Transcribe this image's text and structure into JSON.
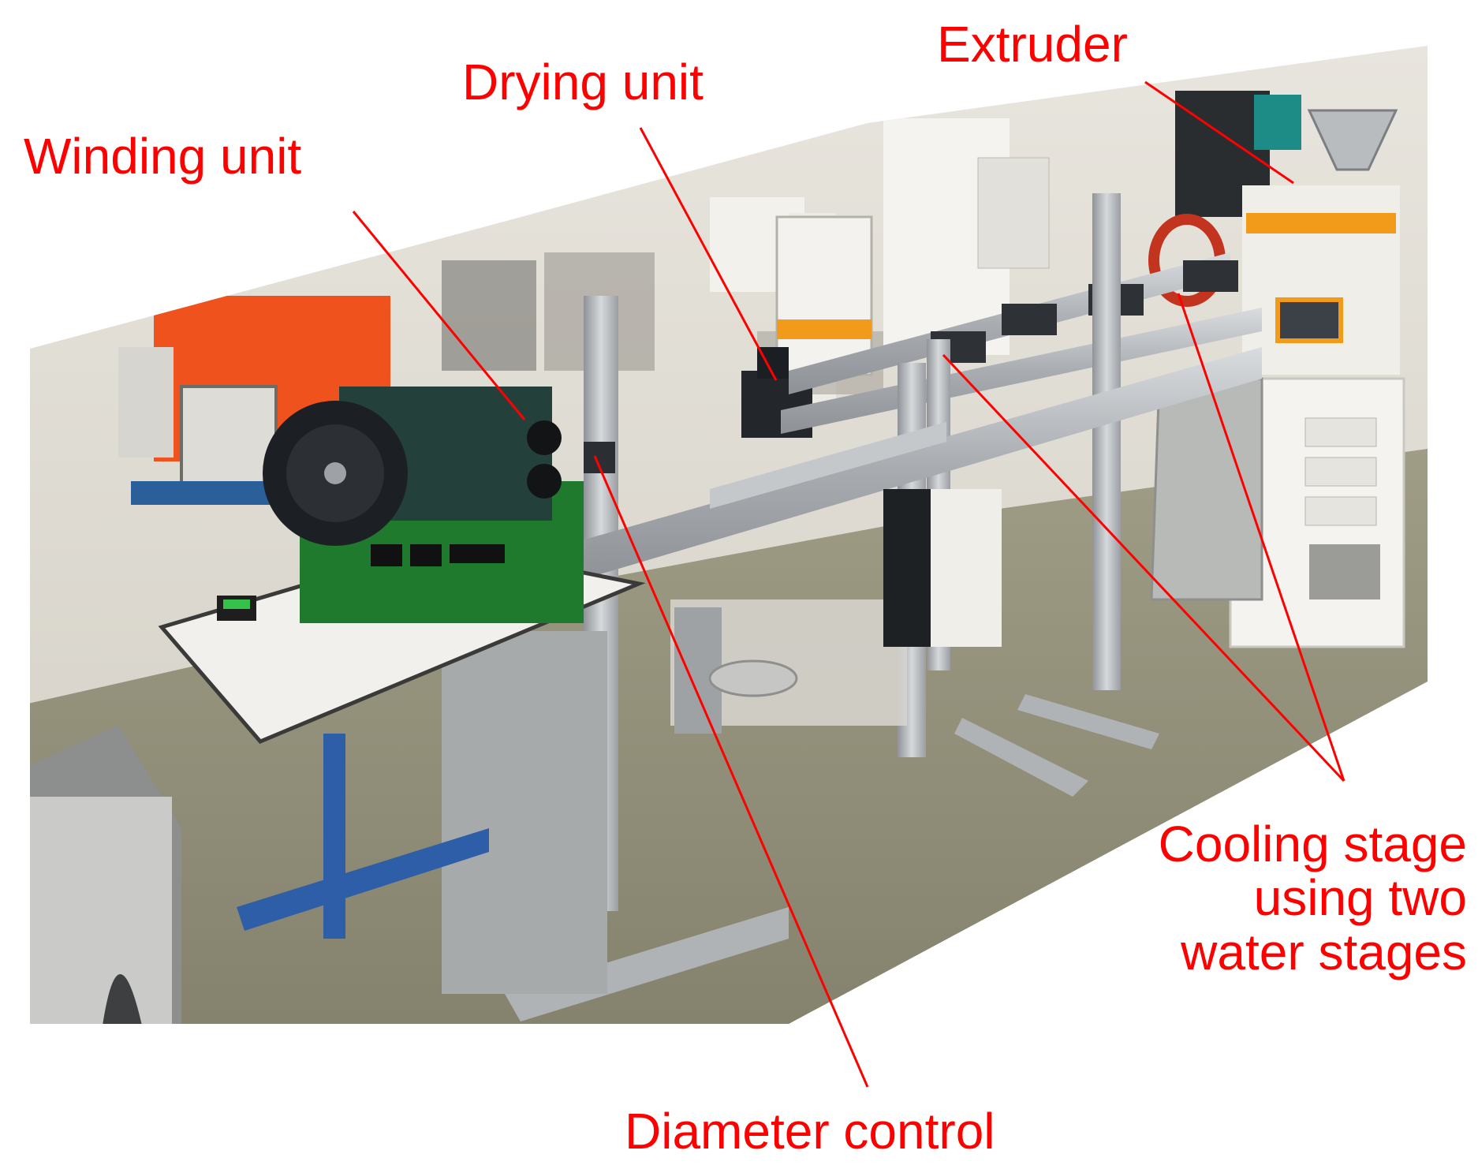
{
  "labels": {
    "extruder": "Extruder",
    "drying_unit": "Drying unit",
    "winding_unit": "Winding unit",
    "cooling_stage_lines": [
      "Cooling stage",
      "using two",
      "water stages"
    ],
    "diameter_control": "Diameter control"
  },
  "colors": {
    "annotation": "#ff0000",
    "winder_green": "#1f7a2e",
    "extruder_orange": "#f29b1b",
    "aluminium": "#b9bdc1",
    "floor": "#8c8a74"
  }
}
